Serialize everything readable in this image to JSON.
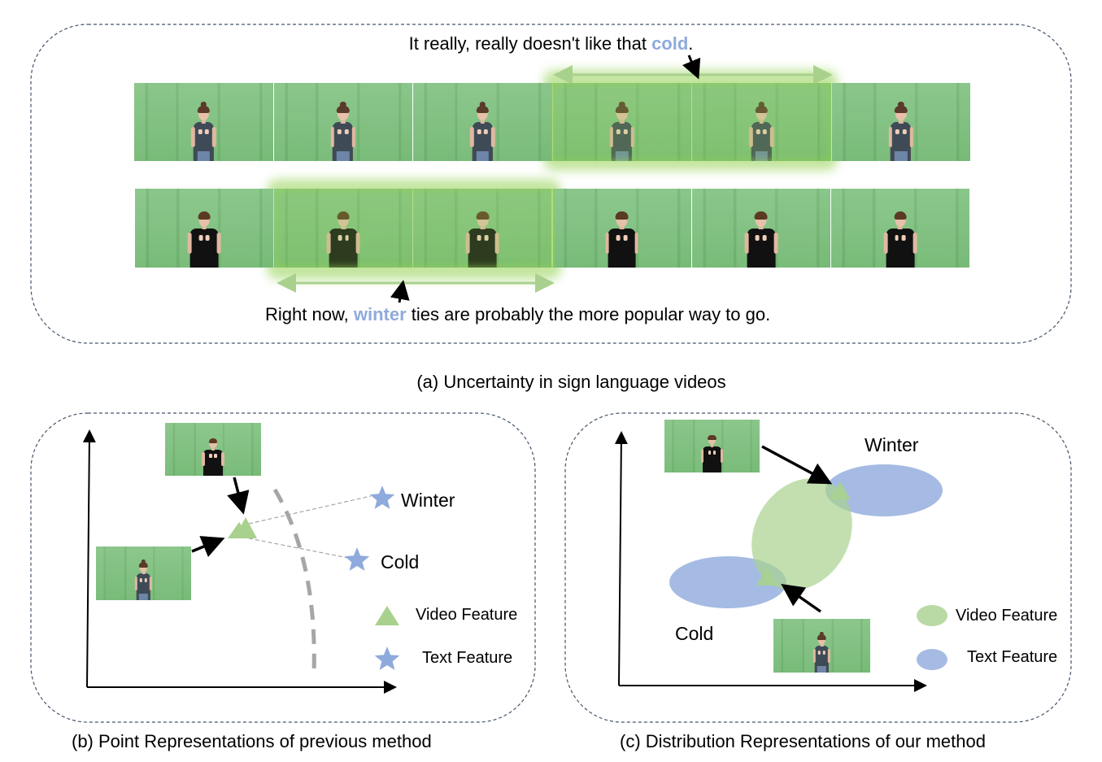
{
  "panel_a": {
    "caption": "(a) Uncertainty in sign language videos",
    "top_sentence": {
      "before": "It really, really doesn't like that ",
      "highlight": "cold",
      "after": "."
    },
    "bottom_sentence": {
      "before": "Right now, ",
      "highlight": "winter",
      "after": " ties are probably the more popular way to go."
    },
    "top_strip": {
      "frame_count": 6,
      "signer": "signer-1",
      "highlighted_frames": [
        4,
        5
      ]
    },
    "bottom_strip": {
      "frame_count": 6,
      "signer": "signer-2",
      "highlighted_frames": [
        2,
        3
      ]
    }
  },
  "panel_b": {
    "caption": "(b) Point Representations of previous method",
    "labels": {
      "winter": "Winter",
      "cold": "Cold"
    },
    "legend": [
      {
        "shape": "triangle-icon",
        "label": "Video Feature"
      },
      {
        "shape": "star-icon",
        "label": "Text Feature"
      }
    ]
  },
  "panel_c": {
    "caption": "(c) Distribution Representations of our method",
    "labels": {
      "winter": "Winter",
      "cold": "Cold"
    },
    "legend": [
      {
        "shape": "ellipse-icon",
        "label": "Video Feature"
      },
      {
        "shape": "ellipse-icon",
        "label": "Text Feature"
      }
    ]
  },
  "colors": {
    "highlight_text": "#8faadc",
    "video_feature": "#a9d18e",
    "text_feature": "#8faadc",
    "glow": "#92d050",
    "frame_border": "#44546a"
  }
}
